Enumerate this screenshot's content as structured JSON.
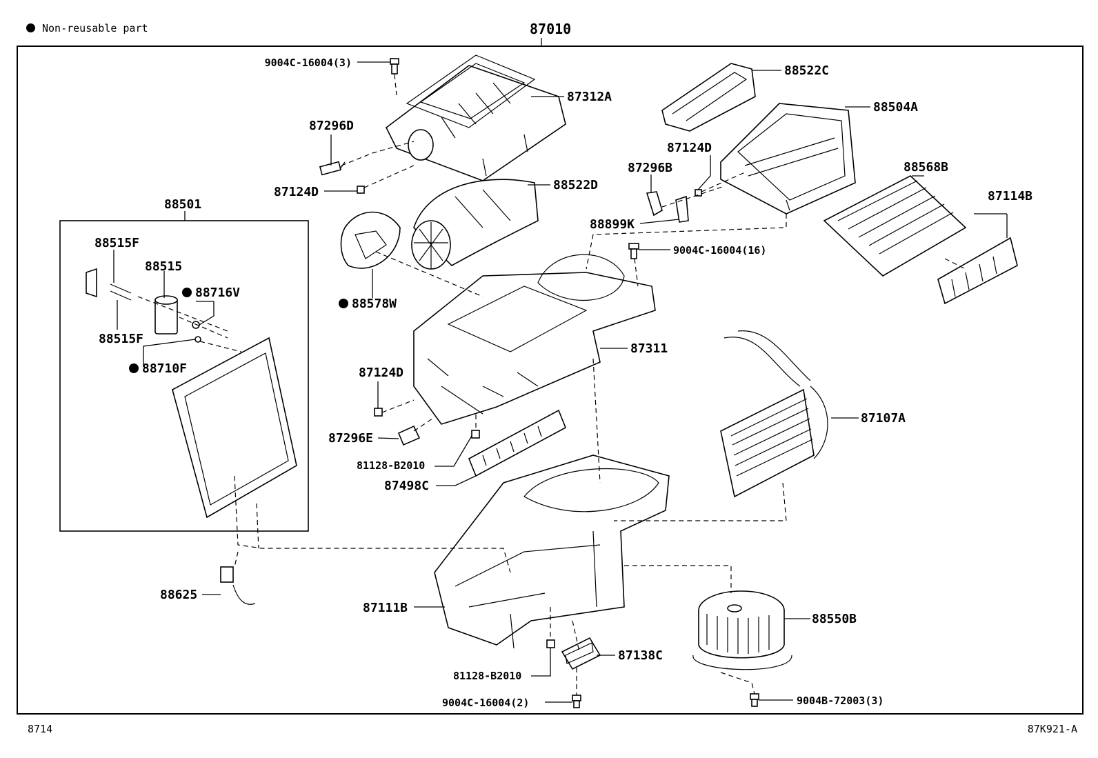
{
  "legend": {
    "text": "Non-reusable part"
  },
  "assembly": "87010",
  "figure_code_left": "8714",
  "figure_code_right": "87K921-A",
  "parts": [
    {
      "key": "p9004c_3",
      "label": "9004C-16004(3)",
      "nonreusable": false,
      "small": true
    },
    {
      "key": "p87312a",
      "label": "87312A",
      "nonreusable": false
    },
    {
      "key": "p87296d",
      "label": "87296D",
      "nonreusable": false
    },
    {
      "key": "p87124d_a",
      "label": "87124D",
      "nonreusable": false
    },
    {
      "key": "p88522d",
      "label": "88522D",
      "nonreusable": false
    },
    {
      "key": "p88578w",
      "label": "88578W",
      "nonreusable": true
    },
    {
      "key": "p88522c",
      "label": "88522C",
      "nonreusable": false
    },
    {
      "key": "p88504a",
      "label": "88504A",
      "nonreusable": false
    },
    {
      "key": "p87124d_b",
      "label": "87124D",
      "nonreusable": false
    },
    {
      "key": "p87296b",
      "label": "87296B",
      "nonreusable": false
    },
    {
      "key": "p88899k",
      "label": "88899K",
      "nonreusable": false
    },
    {
      "key": "p88568b",
      "label": "88568B",
      "nonreusable": false
    },
    {
      "key": "p87114b",
      "label": "87114B",
      "nonreusable": false
    },
    {
      "key": "p9004c_16",
      "label": "9004C-16004(16)",
      "nonreusable": false,
      "small": true
    },
    {
      "key": "p88501",
      "label": "88501",
      "nonreusable": false
    },
    {
      "key": "p88515f_a",
      "label": "88515F",
      "nonreusable": false
    },
    {
      "key": "p88515",
      "label": "88515",
      "nonreusable": false
    },
    {
      "key": "p88716v",
      "label": "88716V",
      "nonreusable": true
    },
    {
      "key": "p88515f_b",
      "label": "88515F",
      "nonreusable": false
    },
    {
      "key": "p88710f",
      "label": "88710F",
      "nonreusable": true
    },
    {
      "key": "p87311",
      "label": "87311",
      "nonreusable": false
    },
    {
      "key": "p87124d_c",
      "label": "87124D",
      "nonreusable": false
    },
    {
      "key": "p87296e",
      "label": "87296E",
      "nonreusable": false
    },
    {
      "key": "p81128_a",
      "label": "81128-B2010",
      "nonreusable": false,
      "small": true
    },
    {
      "key": "p87498c",
      "label": "87498C",
      "nonreusable": false
    },
    {
      "key": "p87107a",
      "label": "87107A",
      "nonreusable": false
    },
    {
      "key": "p88625",
      "label": "88625",
      "nonreusable": false
    },
    {
      "key": "p87111b",
      "label": "87111B",
      "nonreusable": false
    },
    {
      "key": "p88550b",
      "label": "88550B",
      "nonreusable": false
    },
    {
      "key": "p87138c",
      "label": "87138C",
      "nonreusable": false
    },
    {
      "key": "p81128_b",
      "label": "81128-B2010",
      "nonreusable": false,
      "small": true
    },
    {
      "key": "p9004c_2",
      "label": "9004C-16004(2)",
      "nonreusable": false,
      "small": true
    },
    {
      "key": "p9004b_3",
      "label": "9004B-72003(3)",
      "nonreusable": false,
      "small": true
    }
  ]
}
